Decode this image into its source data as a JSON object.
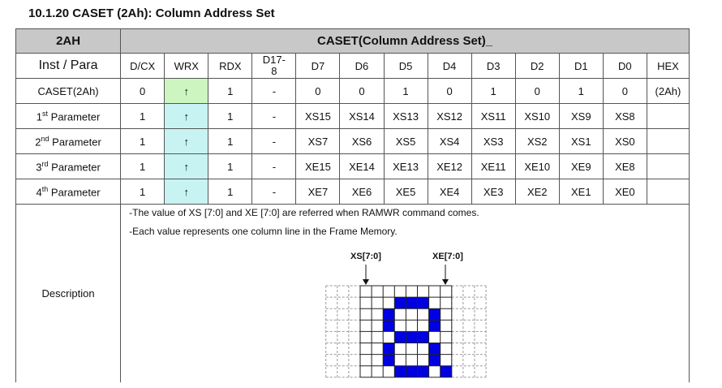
{
  "title": "10.1.20 CASET (2Ah): Column Address Set",
  "header": {
    "code": "2AH",
    "name": "CASET(Column Address Set)_"
  },
  "columns": [
    "Inst / Para",
    "D/CX",
    "WRX",
    "RDX",
    "D17-\n8",
    "D7",
    "D6",
    "D5",
    "D4",
    "D3",
    "D2",
    "D1",
    "D0",
    "HEX"
  ],
  "rows": [
    {
      "label": "CASET(2Ah)",
      "sup": "",
      "dcx": "0",
      "wrx": "↑",
      "rdx": "1",
      "d178": "-",
      "bits": [
        "0",
        "0",
        "1",
        "0",
        "1",
        "0",
        "1",
        "0"
      ],
      "hex": "(2Ah)"
    },
    {
      "label_num": "1",
      "sup": "st",
      "label_rest": " Parameter",
      "dcx": "1",
      "wrx": "↑",
      "rdx": "1",
      "d178": "-",
      "bits": [
        "XS15",
        "XS14",
        "XS13",
        "XS12",
        "XS11",
        "XS10",
        "XS9",
        "XS8"
      ],
      "hex": ""
    },
    {
      "label_num": "2",
      "sup": "nd",
      "label_rest": " Parameter",
      "dcx": "1",
      "wrx": "↑",
      "rdx": "1",
      "d178": "-",
      "bits": [
        "XS7",
        "XS6",
        "XS5",
        "XS4",
        "XS3",
        "XS2",
        "XS1",
        "XS0"
      ],
      "hex": ""
    },
    {
      "label_num": "3",
      "sup": "rd",
      "label_rest": " Parameter",
      "dcx": "1",
      "wrx": "↑",
      "rdx": "1",
      "d178": "-",
      "bits": [
        "XE15",
        "XE14",
        "XE13",
        "XE12",
        "XE11",
        "XE10",
        "XE9",
        "XE8"
      ],
      "hex": ""
    },
    {
      "label_num": "4",
      "sup": "th",
      "label_rest": " Parameter",
      "dcx": "1",
      "wrx": "↑",
      "rdx": "1",
      "d178": "-",
      "bits": [
        "XE7",
        "XE6",
        "XE5",
        "XE4",
        "XE3",
        "XE2",
        "XE1",
        "XE0"
      ],
      "hex": ""
    }
  ],
  "description": {
    "label": "Description",
    "lines": [
      "-The value of XS [7:0] and XE [7:0] are referred when RAMWR command comes.",
      "-Each value represents one column line in the Frame Memory."
    ],
    "diagram": {
      "xs_label": "XS[7:0]",
      "xe_label": "XE[7:0]",
      "fill_color": "#0000e0",
      "filled_cells": [
        [
          1,
          3
        ],
        [
          1,
          4
        ],
        [
          1,
          5
        ],
        [
          2,
          2
        ],
        [
          2,
          6
        ],
        [
          3,
          2
        ],
        [
          3,
          6
        ],
        [
          4,
          3
        ],
        [
          4,
          4
        ],
        [
          4,
          5
        ],
        [
          5,
          2
        ],
        [
          5,
          6
        ],
        [
          6,
          2
        ],
        [
          6,
          6
        ],
        [
          7,
          3
        ],
        [
          7,
          4
        ],
        [
          7,
          5
        ],
        [
          7,
          7
        ]
      ]
    }
  },
  "colors": {
    "header_bg": "#c8c8c8",
    "wrx_green": "#ccf5c0",
    "wrx_cyan": "#c8f3f3"
  }
}
